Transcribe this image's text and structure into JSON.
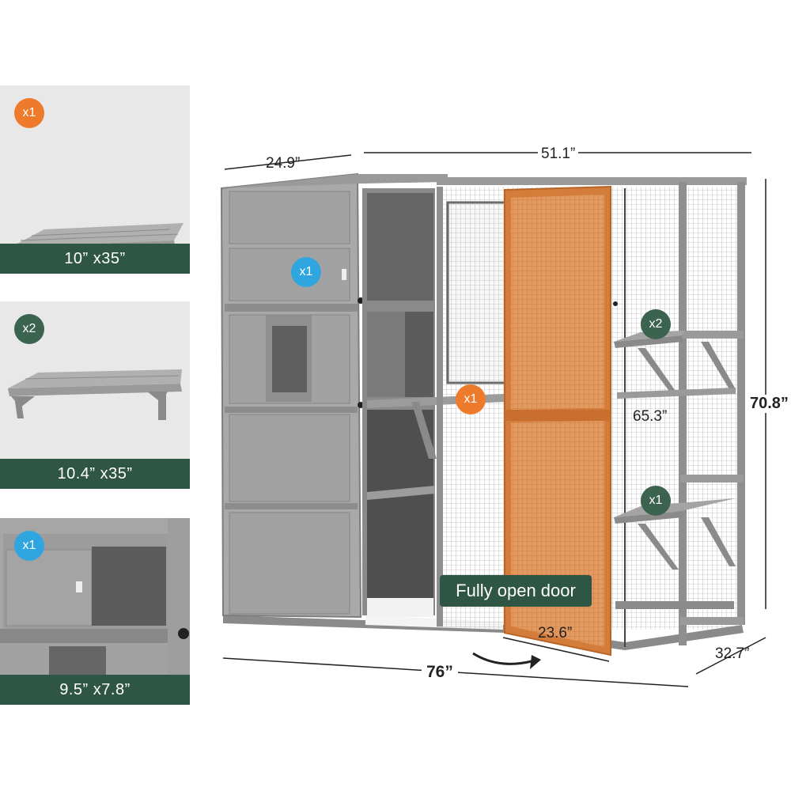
{
  "panels": [
    {
      "badge": "x1",
      "badge_color": "#ee7a2c",
      "size_label": "10”  x35”"
    },
    {
      "badge": "x2",
      "badge_color": "#3c6250",
      "size_label": "10.4”  x35”"
    },
    {
      "badge": "x1",
      "badge_color": "#2fa6e0",
      "size_label": "9.5”  x7.8”"
    }
  ],
  "dimensions": {
    "top_depth": "24.9”",
    "top_width": "51.1”",
    "height_total": "70.8”",
    "height_inner": "65.3”",
    "door_width": "23.6”",
    "bottom_length": "76”",
    "bottom_depth": "32.7”"
  },
  "cage_badges": {
    "upper_box": "x1",
    "door_shelf": "x1",
    "right_shelf_top": "x2",
    "right_shelf_bottom": "x1"
  },
  "door_label": "Fully open door",
  "colors": {
    "badge_orange": "#ee7a2c",
    "badge_green": "#3c6250",
    "badge_blue": "#2fa6e0",
    "bar_green": "#2f5645",
    "wood_gray": "#8f8f8f",
    "door_orange": "#d9884a"
  }
}
